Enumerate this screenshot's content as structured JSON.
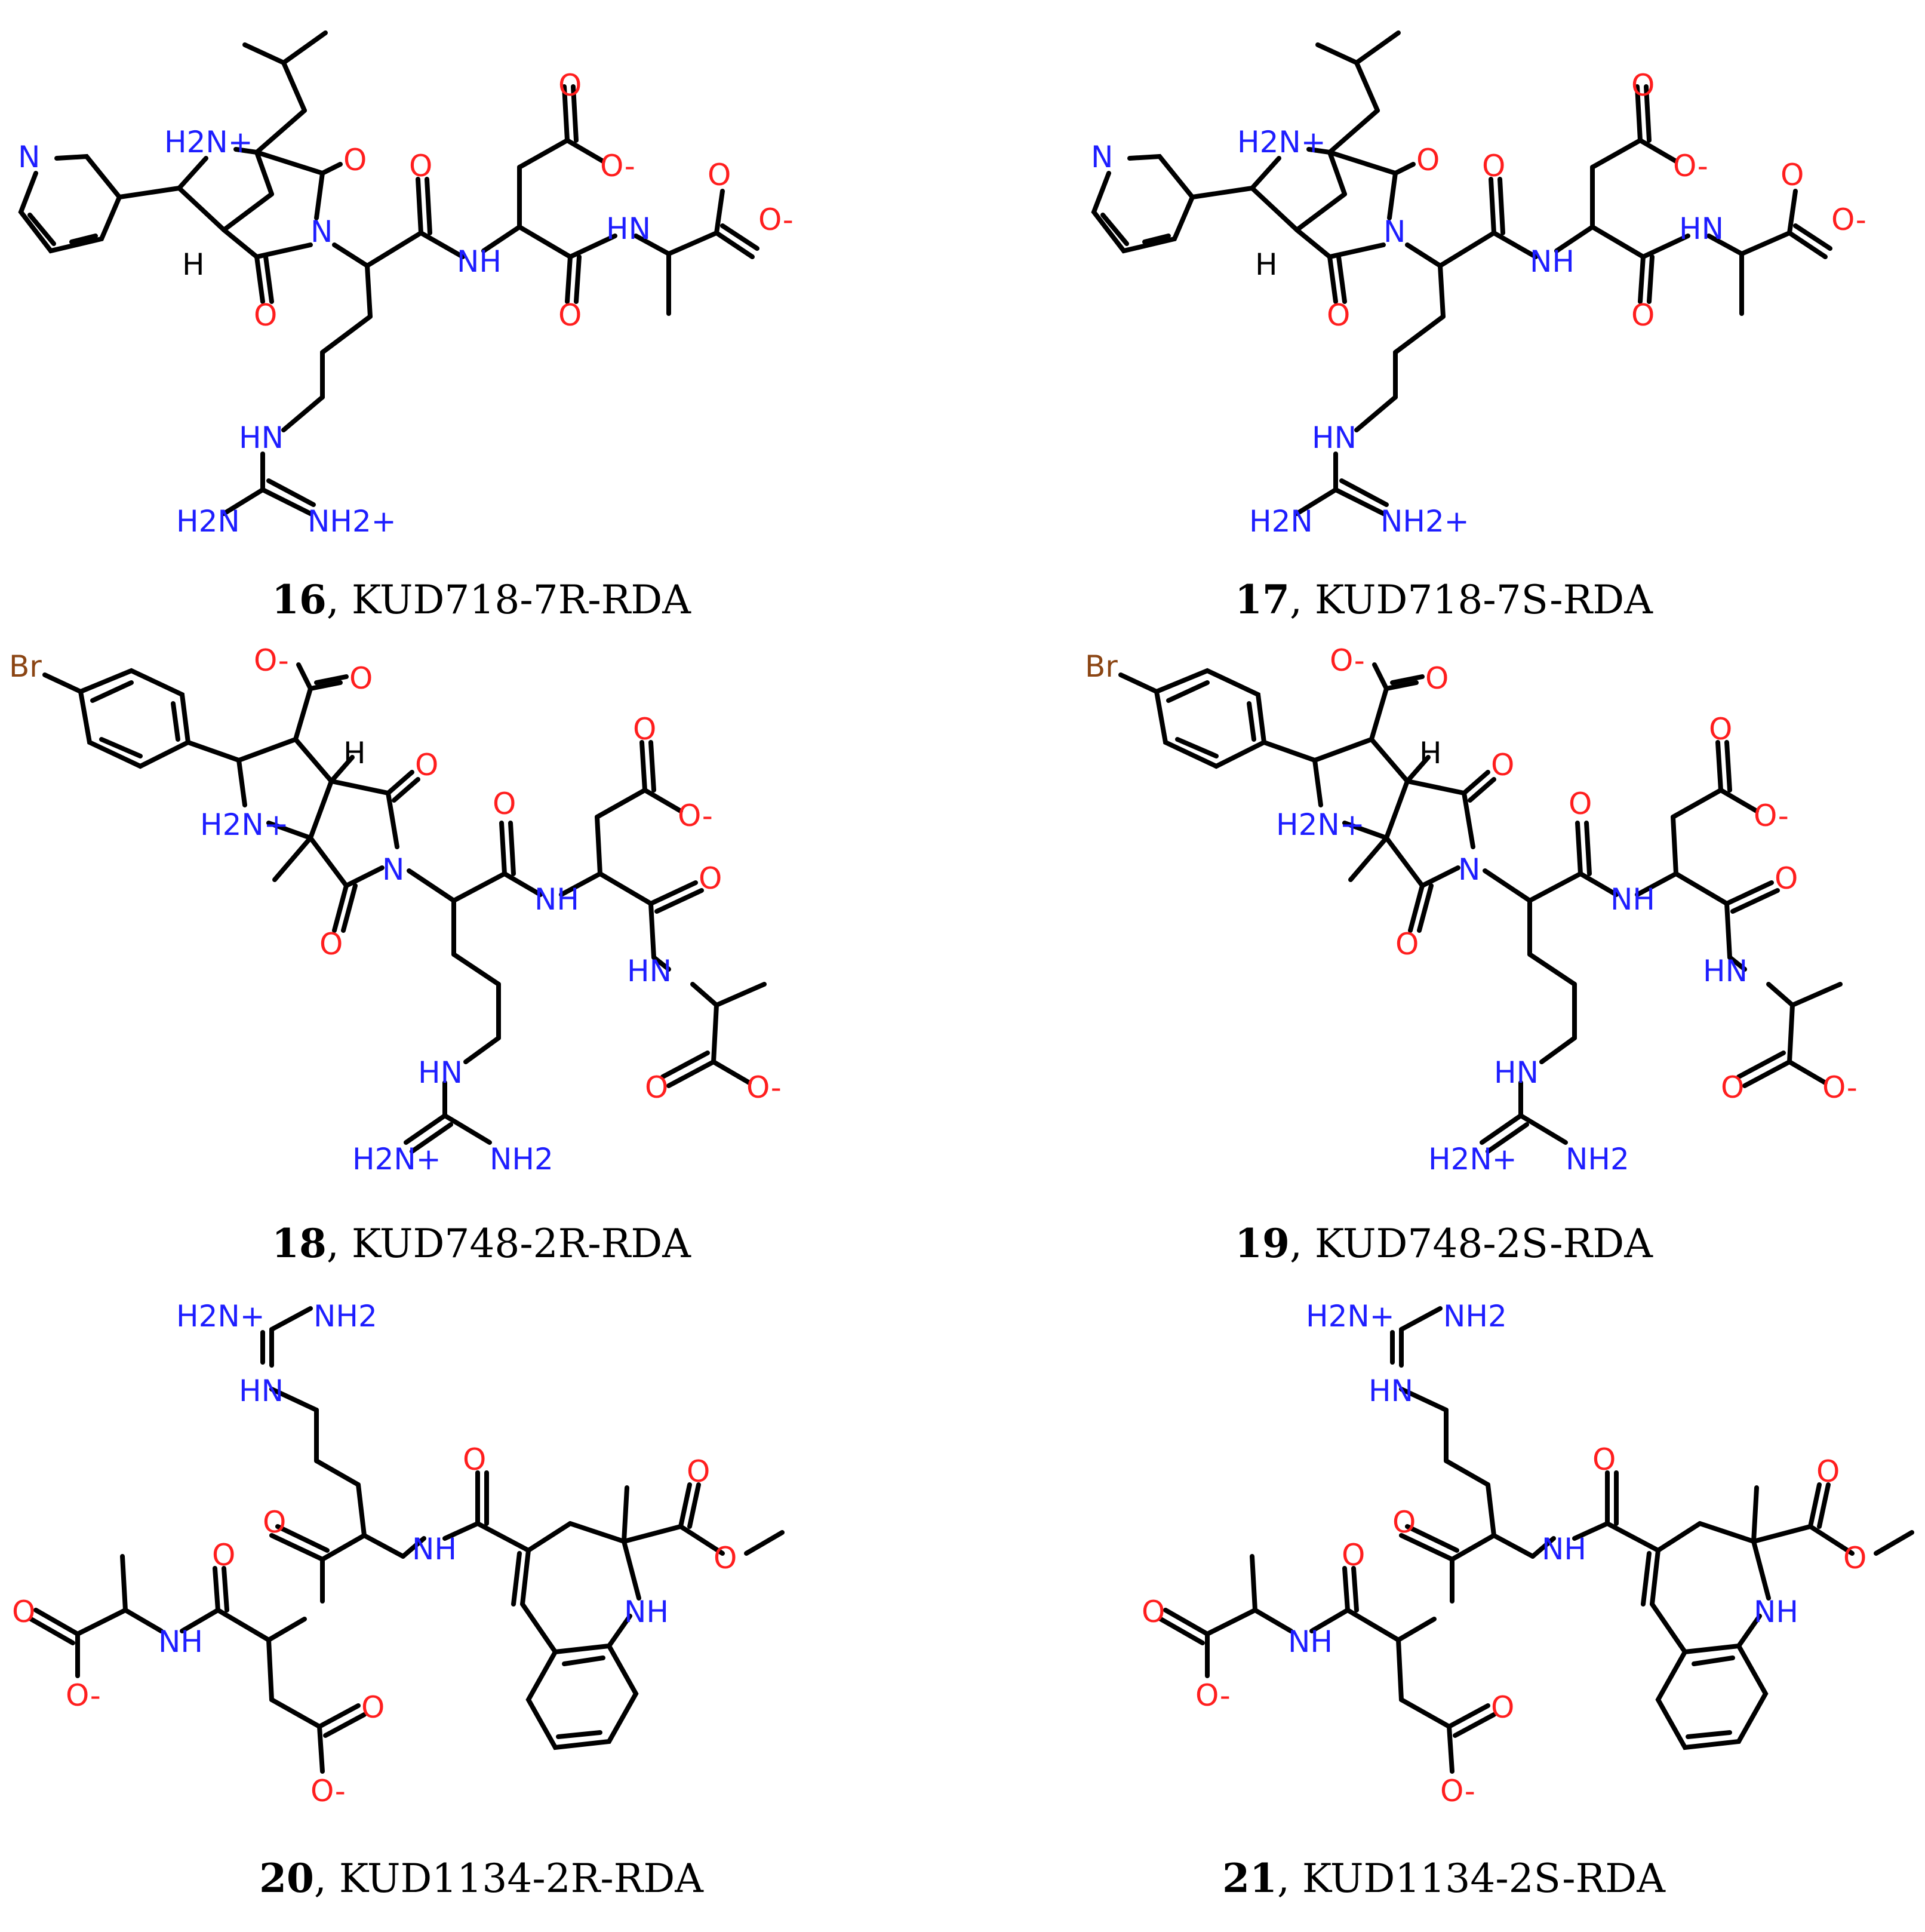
{
  "compounds": [
    {
      "number": "16",
      "name": "KUD718-7R-RDA",
      "atoms": [
        "N",
        "H2N+",
        "O",
        "N",
        "O",
        "NH",
        "O",
        "O-",
        "HN",
        "O",
        "O-",
        "O",
        "O",
        "HN",
        "H2N",
        "NH2+",
        "H"
      ]
    },
    {
      "number": "17",
      "name": "KUD718-7S-RDA",
      "atoms": [
        "N",
        "H2N+",
        "O",
        "N",
        "O",
        "NH",
        "O",
        "O-",
        "HN",
        "O",
        "O-",
        "O",
        "O",
        "HN",
        "H2N",
        "NH2+",
        "H"
      ]
    },
    {
      "number": "18",
      "name": "KUD748-2R-RDA",
      "atoms": [
        "Br",
        "O-",
        "O",
        "H",
        "O",
        "H2N+",
        "N",
        "O",
        "O",
        "NH",
        "O",
        "O-",
        "O",
        "HN",
        "O",
        "O-",
        "HN",
        "H2N+",
        "NH2"
      ]
    },
    {
      "number": "19",
      "name": "KUD748-2S-RDA",
      "atoms": [
        "Br",
        "O-",
        "O",
        "H",
        "O",
        "H2N+",
        "N",
        "O",
        "O",
        "NH",
        "O",
        "O-",
        "O",
        "HN",
        "O",
        "O-",
        "HN",
        "H2N+",
        "NH2"
      ]
    },
    {
      "number": "20",
      "name": "KUD1134-2R-RDA",
      "atoms": [
        "H2N+",
        "NH2",
        "HN",
        "O",
        "O",
        "O",
        "NH",
        "O",
        "NH",
        "O",
        "NH",
        "O",
        "O-",
        "O",
        "O-"
      ]
    },
    {
      "number": "21",
      "name": "KUD1134-2S-RDA",
      "atoms": [
        "H2N+",
        "NH2",
        "HN",
        "O",
        "O",
        "O",
        "NH",
        "O",
        "NH",
        "O",
        "NH",
        "O",
        "O-",
        "O",
        "O-"
      ]
    }
  ],
  "colors": {
    "nitrogen": "#1e1eff",
    "oxygen": "#ff1e1e",
    "bromine": "#8b4513",
    "carbon": "#000000"
  }
}
